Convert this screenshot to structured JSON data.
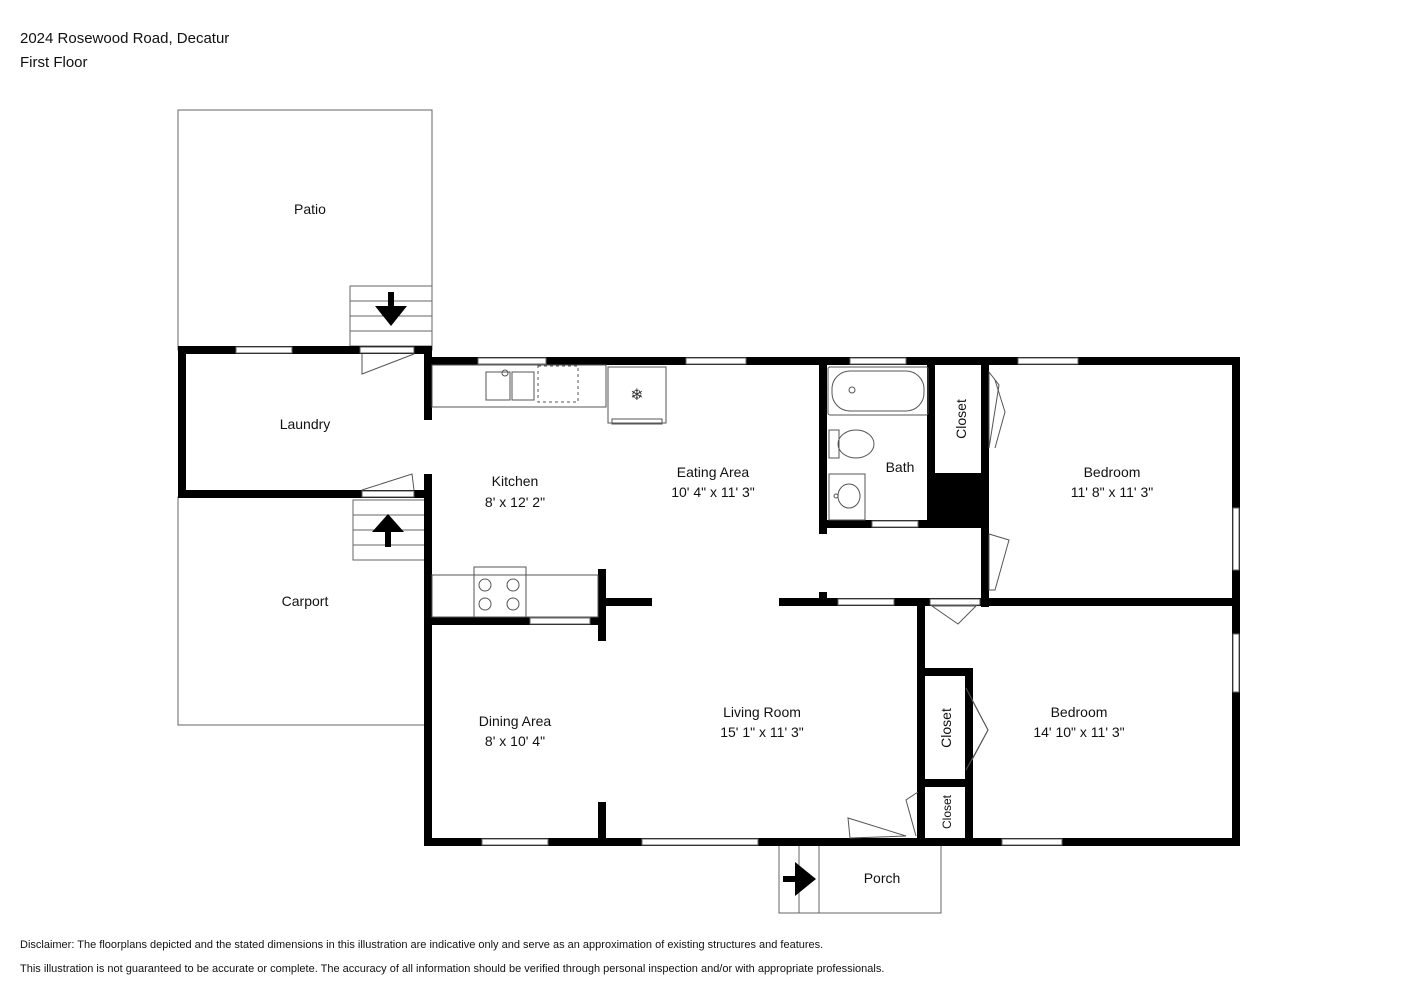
{
  "header": {
    "address": "2024 Rosewood Road, Decatur",
    "floor": "First Floor"
  },
  "rooms": {
    "patio": {
      "name": "Patio"
    },
    "laundry": {
      "name": "Laundry"
    },
    "carport": {
      "name": "Carport"
    },
    "kitchen": {
      "name": "Kitchen",
      "dims": "8' x 12' 2\""
    },
    "eating": {
      "name": "Eating Area",
      "dims": "10' 4\" x 11' 3\""
    },
    "bath": {
      "name": "Bath"
    },
    "closet1": {
      "name": "Closet"
    },
    "bedroom1": {
      "name": "Bedroom",
      "dims": "11' 8\" x 11' 3\""
    },
    "dining": {
      "name": "Dining Area",
      "dims": "8' x 10' 4\""
    },
    "living": {
      "name": "Living Room",
      "dims": "15' 1\" x 11' 3\""
    },
    "closet2": {
      "name": "Closet"
    },
    "closet3": {
      "name": "Closet"
    },
    "bedroom2": {
      "name": "Bedroom",
      "dims": "14' 10\" x 11' 3\""
    },
    "porch": {
      "name": "Porch"
    }
  },
  "disclaimer": {
    "line1": "Disclaimer: The floorplans depicted and the stated dimensions in this illustration are indicative only and serve as an approximation of existing structures and features.",
    "line2": "This illustration is not guaranteed to be accurate or complete. The accuracy of all information should be verified through personal inspection and/or with appropriate professionals."
  },
  "colors": {
    "wall": "#000000",
    "line": "#555555",
    "background": "#ffffff"
  }
}
